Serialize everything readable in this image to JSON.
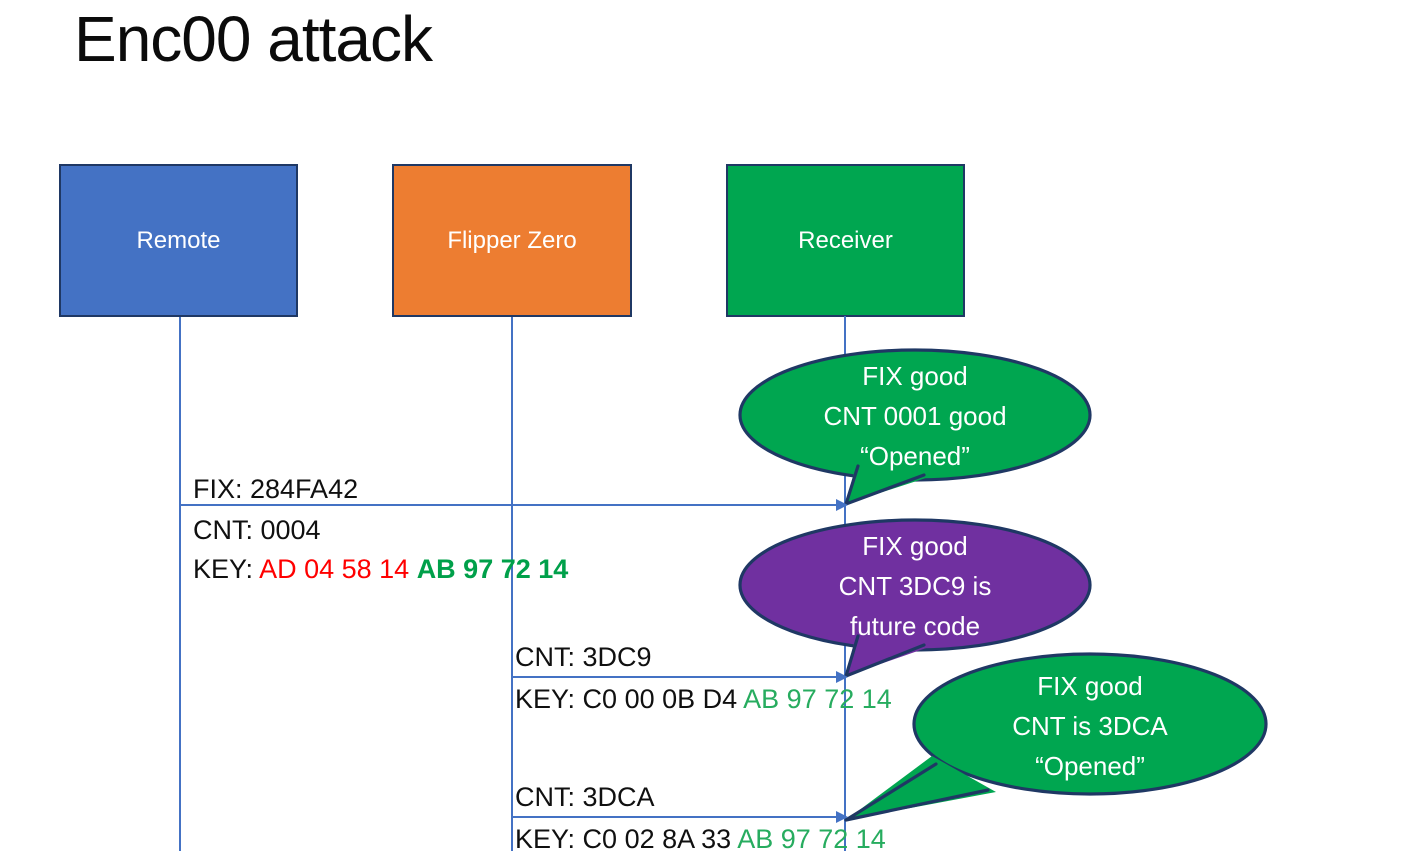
{
  "title": "Enc00 attack",
  "actors": [
    {
      "id": "remote",
      "label": "Remote",
      "fill": "#4472C4"
    },
    {
      "id": "flipper-zero",
      "label": "Flipper Zero",
      "fill": "#ED7D31"
    },
    {
      "id": "receiver",
      "label": "Receiver",
      "fill": "#00A650"
    }
  ],
  "messages": [
    {
      "from": "Remote",
      "to": "Receiver",
      "fix": "FIX: 284FA42",
      "cnt": "CNT: 0004",
      "key_label": "KEY: ",
      "key_red": "AD 04 58 14 ",
      "key_green": "AB 97 72 14"
    },
    {
      "from": "Flipper Zero",
      "to": "Receiver",
      "cnt": "CNT: 3DC9",
      "key_label": "KEY: ",
      "key_black": "C0 00 0B D4 ",
      "key_green": "AB 97 72 14"
    },
    {
      "from": "Flipper Zero",
      "to": "Receiver",
      "cnt": "CNT: 3DCA",
      "key_label": "KEY: ",
      "key_black": "C0 02 8A 33 ",
      "key_green": "AB 97 72 14"
    }
  ],
  "callouts": [
    {
      "color": "green",
      "lines": [
        "FIX good",
        "CNT 0001 good",
        "“Opened”"
      ]
    },
    {
      "color": "purple",
      "lines": [
        "FIX good",
        "CNT 3DC9 is",
        "future code"
      ]
    },
    {
      "color": "green",
      "lines": [
        "FIX good",
        "CNT is 3DCA",
        "“Opened”"
      ]
    }
  ],
  "colors": {
    "blue": "#4472C4",
    "orange": "#ED7D31",
    "green": "#00A650",
    "purple": "#7030A0",
    "border-navy": "#1F3864",
    "connector": "#4472C4",
    "key-red": "#FF0000",
    "key-green-bold": "#00A04A",
    "key-green": "#27AC5F"
  }
}
